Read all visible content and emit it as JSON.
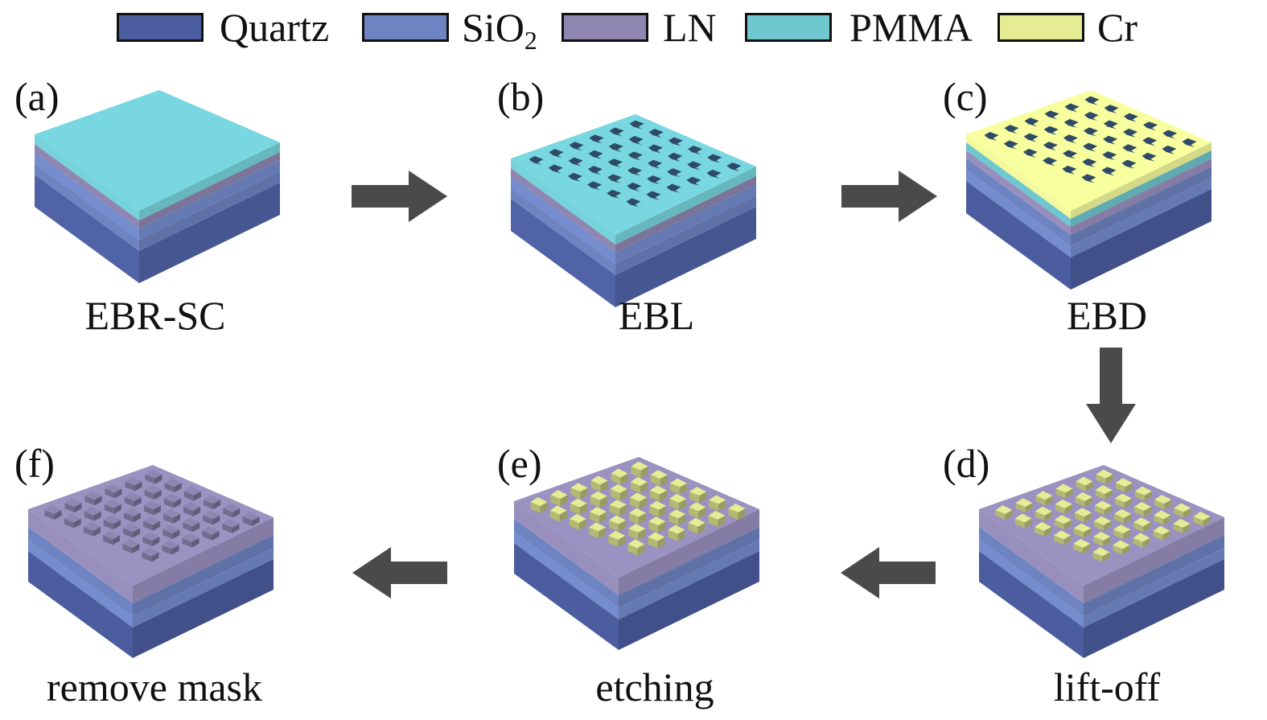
{
  "legend": [
    {
      "key": "quartz",
      "label": "Quartz",
      "color": "#4b5d9e"
    },
    {
      "key": "sio2",
      "label": "SiO",
      "sub": "2",
      "color": "#6e84c2"
    },
    {
      "key": "ln",
      "label": "LN",
      "color": "#8f87b2"
    },
    {
      "key": "pmma",
      "label": "PMMA",
      "color": "#6fc7cf"
    },
    {
      "key": "cr",
      "label": "Cr",
      "color": "#e6ec93"
    }
  ],
  "panels": [
    {
      "id": "a",
      "letter": "(a)",
      "caption": "EBR-SC",
      "top": "pmma-full"
    },
    {
      "id": "b",
      "letter": "(b)",
      "caption": "EBL",
      "top": "pmma-holes"
    },
    {
      "id": "c",
      "letter": "(c)",
      "caption": "EBD",
      "top": "cr-holes"
    },
    {
      "id": "d",
      "letter": "(d)",
      "caption": "lift-off",
      "top": "ln-crbumps"
    },
    {
      "id": "e",
      "letter": "(e)",
      "caption": "etching",
      "top": "ln-crbumps-etched"
    },
    {
      "id": "f",
      "letter": "(f)",
      "caption": "remove mask",
      "top": "ln-bumps"
    }
  ],
  "flow": [
    "a->b",
    "b->c",
    "c->d",
    "d->e",
    "e->f"
  ],
  "arrow_color": "#4a4a4a"
}
